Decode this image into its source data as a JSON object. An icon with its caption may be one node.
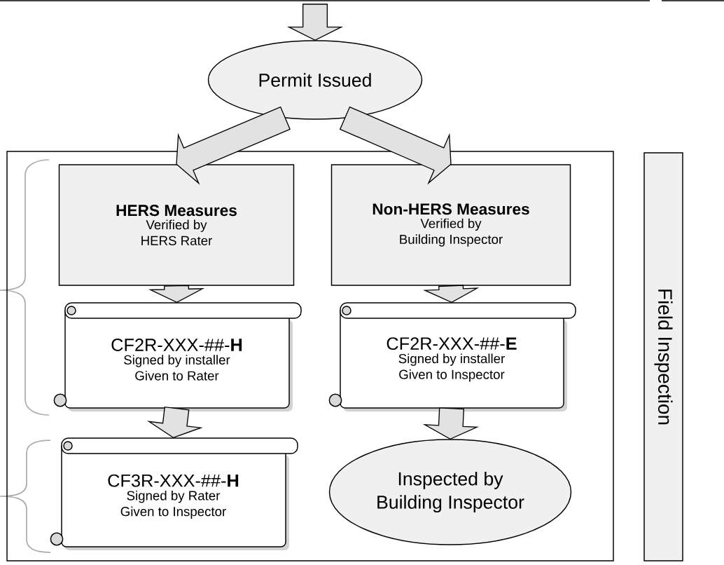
{
  "diagram": {
    "nodes": [
      {
        "text": [
          "Permit Issued"
        ]
      },
      {
        "text": [],
        "shape": "box"
      },
      {
        "text": [
          "HERS Measures",
          "Verified by HERS Rater"
        ],
        "in": 1
      },
      {
        "text": [
          "Non-HERS Measures",
          "Verified by Building Inspector"
        ],
        "in": 1
      },
      {
        "text": [
          "CF2R-XXX-##-**H**",
          "Signed by installer Given to Rater"
        ],
        "in": 1
      },
      {
        "text": [
          "CF2R-XXX-##-**E**",
          "Signed by installer Given to Inspector"
        ],
        "in": 1
      },
      {
        "text": [
          "CF3R-XXX-##-**H**",
          "Signed by Rater Given to Inspector"
        ],
        "in": 1
      },
      {
        "text": [
          "Inspected by Building Inspector"
        ],
        "in": 1
      },
      {
        "text": [
          "Field Inspection"
        ]
      }
    ],
    "edges": [
      {
        "from": null,
        "to": 0,
        "arrow": "to"
      },
      {
        "from": 0,
        "to": 2,
        "arrow": "to"
      },
      {
        "from": 0,
        "to": 3,
        "arrow": "to"
      },
      {
        "from": 2,
        "to": 4,
        "arrow": "to"
      },
      {
        "from": 3,
        "to": 5,
        "arrow": "to"
      },
      {
        "from": 4,
        "to": 6,
        "arrow": "to"
      },
      {
        "from": 5,
        "to": 7,
        "arrow": "to"
      }
    ]
  }
}
